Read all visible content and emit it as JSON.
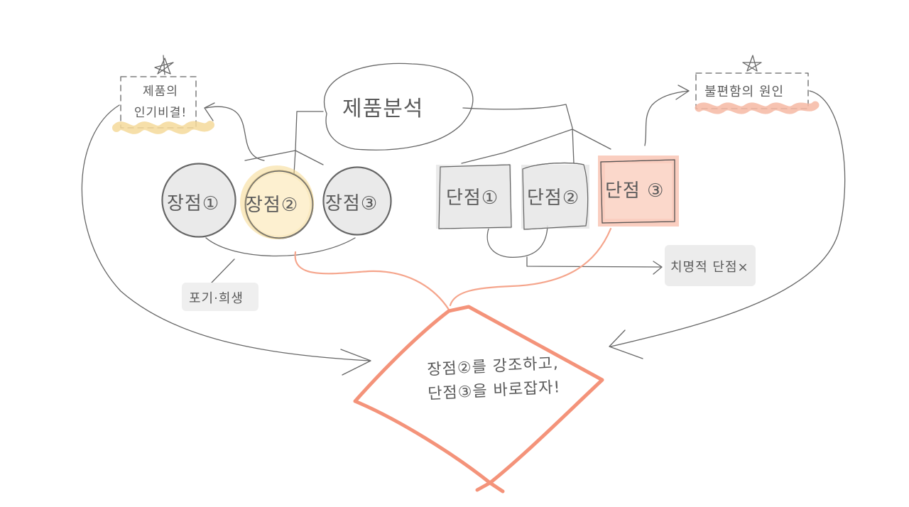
{
  "diagram": {
    "title": "제품분석",
    "strengths": [
      {
        "label": "장점①",
        "highlighted": false,
        "fill": "#e9e9e9"
      },
      {
        "label": "장점②",
        "highlighted": true,
        "fill": "#fdf0cf"
      },
      {
        "label": "장점③",
        "highlighted": false,
        "fill": "#e9e9e9"
      }
    ],
    "weaknesses": [
      {
        "label": "단점①",
        "highlighted": false,
        "fill": "#e9e9e9"
      },
      {
        "label": "단점②",
        "highlighted": false,
        "fill": "#e9e9e9"
      },
      {
        "label": "단점 ③",
        "highlighted": true,
        "fill": "#f9cdbe"
      }
    ],
    "callouts": {
      "popularity_secret": {
        "line1": "제품의",
        "line2": "인기비결!",
        "underline_color": "#f5d99a",
        "marker": "star"
      },
      "inconvenience_cause": {
        "label": "불편함의 원인",
        "underline_color": "#f6b8a3",
        "marker": "star"
      }
    },
    "notes": {
      "strengths_group": "포기·희생",
      "weaknesses_group": "치명적 단점×"
    },
    "conclusion": {
      "line1": "장점②를 강조하고,",
      "line2": "단점③을 바로잡자!",
      "border_color": "#f4937a"
    },
    "colors": {
      "ink": "#555555",
      "yellow_highlight": "#f6d98e",
      "salmon_highlight": "#f5a58c",
      "gray_fill": "#e9e9e9"
    }
  }
}
